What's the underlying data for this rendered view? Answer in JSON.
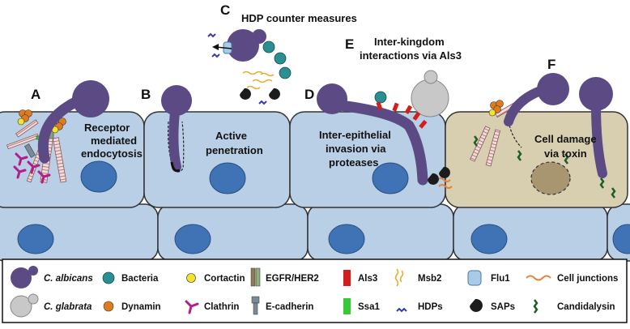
{
  "panels": {
    "A": {
      "letter": "A",
      "line1": "Receptor",
      "line2": "mediated",
      "line3": "endocytosis"
    },
    "B": {
      "letter": "B",
      "line1": "Active",
      "line2": "penetration"
    },
    "C": {
      "letter": "C",
      "title": "HDP counter measures"
    },
    "D": {
      "letter": "D",
      "line1": "Inter-epithelial",
      "line2": "invasion via",
      "line3": "proteases"
    },
    "E": {
      "letter": "E",
      "line1": "Inter-kingdom",
      "line2": "interactions via Als3"
    },
    "F": {
      "letter": "F",
      "line1": "Cell damage",
      "line2": "via toxin"
    }
  },
  "legend": {
    "c_albicans": "C. albicans",
    "c_glabrata": "C. glabrata",
    "bacteria": "Bacteria",
    "dynamin": "Dynamin",
    "cortactin": "Cortactin",
    "clathrin": "Clathrin",
    "egfr": "EGFR/HER2",
    "ecadherin": "E-cadherin",
    "als3": "Als3",
    "ssa1": "Ssa1",
    "msb2": "Msb2",
    "hdps": "HDPs",
    "flu1": "Flu1",
    "saps": "SAPs",
    "cell_junctions": "Cell junctions",
    "candidalysin": "Candidalysin"
  },
  "colors": {
    "fungus": "#5c4a85",
    "glabrata": "#c8c8c8",
    "epithelium": "#b9cfe6",
    "damaged": "#d8cfb0",
    "nucleus": "#3f73b5",
    "bacteria": "#2a8e93",
    "dynamin": "#e07a1f",
    "cortactin": "#f4e22b",
    "clathrin": "#b01f8a",
    "als3": "#d41d1d",
    "ssa1": "#38c83a"
  }
}
